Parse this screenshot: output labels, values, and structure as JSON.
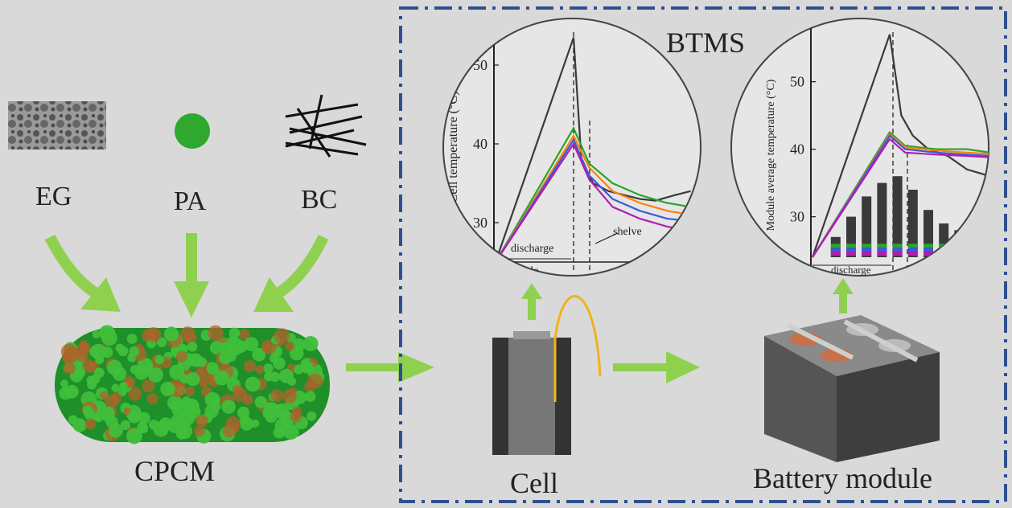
{
  "labels": {
    "eg": "EG",
    "pa": "PA",
    "bc": "BC",
    "cpcm": "CPCM",
    "btms": "BTMS",
    "cell": "Cell",
    "battery_module": "Battery module"
  },
  "colors": {
    "background": "#d9d9d9",
    "dashed_border": "#2f4f8f",
    "arrow": "#8fd14f",
    "pa_dot": "#2ea82e",
    "cell_wire": "#f2b21a"
  },
  "chart_data": [
    {
      "type": "line",
      "ylabel": "Cell temperature (°C)",
      "yticks": [
        30,
        40,
        50
      ],
      "ylim": [
        25,
        55
      ],
      "annotations": [
        "discharge",
        "shelve",
        "cycle"
      ],
      "series": [
        {
          "color": "#3a3a3a",
          "x": [
            0,
            100,
            110,
            125,
            145,
            165,
            185,
            205,
            230,
            250
          ],
          "y": [
            25,
            53.5,
            38,
            35,
            34,
            33.5,
            33,
            32.8,
            33.5,
            34
          ]
        },
        {
          "color": "#2aa52a",
          "x": [
            0,
            100,
            120,
            150,
            185,
            220,
            250
          ],
          "y": [
            25,
            42,
            37.5,
            35,
            33.5,
            32.5,
            32
          ]
        },
        {
          "color": "#ff7f0e",
          "x": [
            0,
            100,
            120,
            150,
            185,
            220,
            250
          ],
          "y": [
            25,
            41,
            37,
            34,
            32.5,
            31.5,
            31
          ]
        },
        {
          "color": "#3b5bd6",
          "x": [
            0,
            100,
            120,
            150,
            185,
            220,
            250
          ],
          "y": [
            25,
            40.5,
            36,
            33,
            31.5,
            30.5,
            30.2
          ]
        },
        {
          "color": "#b01fb0",
          "x": [
            0,
            100,
            120,
            150,
            185,
            220,
            250
          ],
          "y": [
            25,
            40,
            35.5,
            32,
            30.5,
            29.5,
            29
          ]
        }
      ]
    },
    {
      "type": "line",
      "ylabel": "Module average temperature (°C)",
      "yticks": [
        30,
        40,
        50
      ],
      "ylim": [
        24,
        58
      ],
      "annotations": [
        "discharge"
      ],
      "series": [
        {
          "color": "#3a3a3a",
          "x": [
            0,
            100,
            115,
            130,
            150,
            175,
            200,
            230
          ],
          "y": [
            24,
            57,
            45,
            42,
            40,
            39,
            37,
            36
          ]
        },
        {
          "color": "#2aa52a",
          "x": [
            0,
            100,
            120,
            160,
            200,
            230
          ],
          "y": [
            24,
            42.5,
            40.5,
            40,
            40,
            39.5
          ]
        },
        {
          "color": "#ff7f0e",
          "x": [
            0,
            100,
            120,
            160,
            200,
            230
          ],
          "y": [
            24,
            42.2,
            40.3,
            39.8,
            39.5,
            39.3
          ]
        },
        {
          "color": "#3b5bd6",
          "x": [
            0,
            100,
            120,
            160,
            200,
            230
          ],
          "y": [
            24,
            42,
            40,
            39.5,
            39.2,
            39
          ]
        },
        {
          "color": "#b01fb0",
          "x": [
            0,
            100,
            120,
            160,
            200,
            230
          ],
          "y": [
            24,
            41.5,
            39.5,
            39.2,
            39,
            38.8
          ]
        }
      ],
      "bars": {
        "x": [
          30,
          50,
          70,
          90,
          110,
          130,
          150,
          170,
          190,
          210
        ],
        "values": [
          27,
          30,
          33,
          35,
          36,
          34,
          31,
          29,
          28,
          27
        ]
      }
    }
  ]
}
